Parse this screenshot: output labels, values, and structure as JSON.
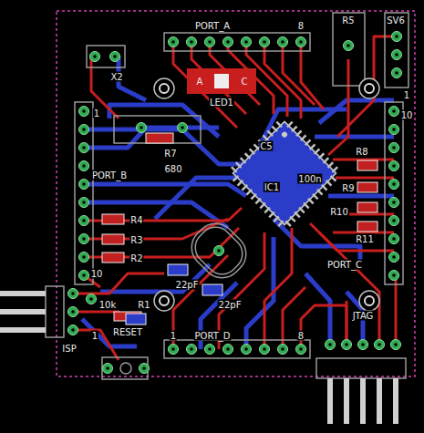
{
  "diagram": {
    "labels": [
      "R5",
      "SV6",
      "1",
      "PORT_A",
      "8",
      "X2",
      "A",
      "C",
      "LED1",
      "1",
      "10",
      "R7",
      "IC1",
      "C5",
      "100n",
      "R8",
      "R9",
      "PORT_B",
      "680",
      "R10",
      "R4",
      "R3",
      "R11",
      "R2",
      "22pF",
      "22pF",
      "10",
      "PORT_C",
      "10k",
      "R1",
      "RESET",
      "JTAG",
      "1",
      "PORT_D",
      "8",
      "ISP",
      "1"
    ]
  }
}
